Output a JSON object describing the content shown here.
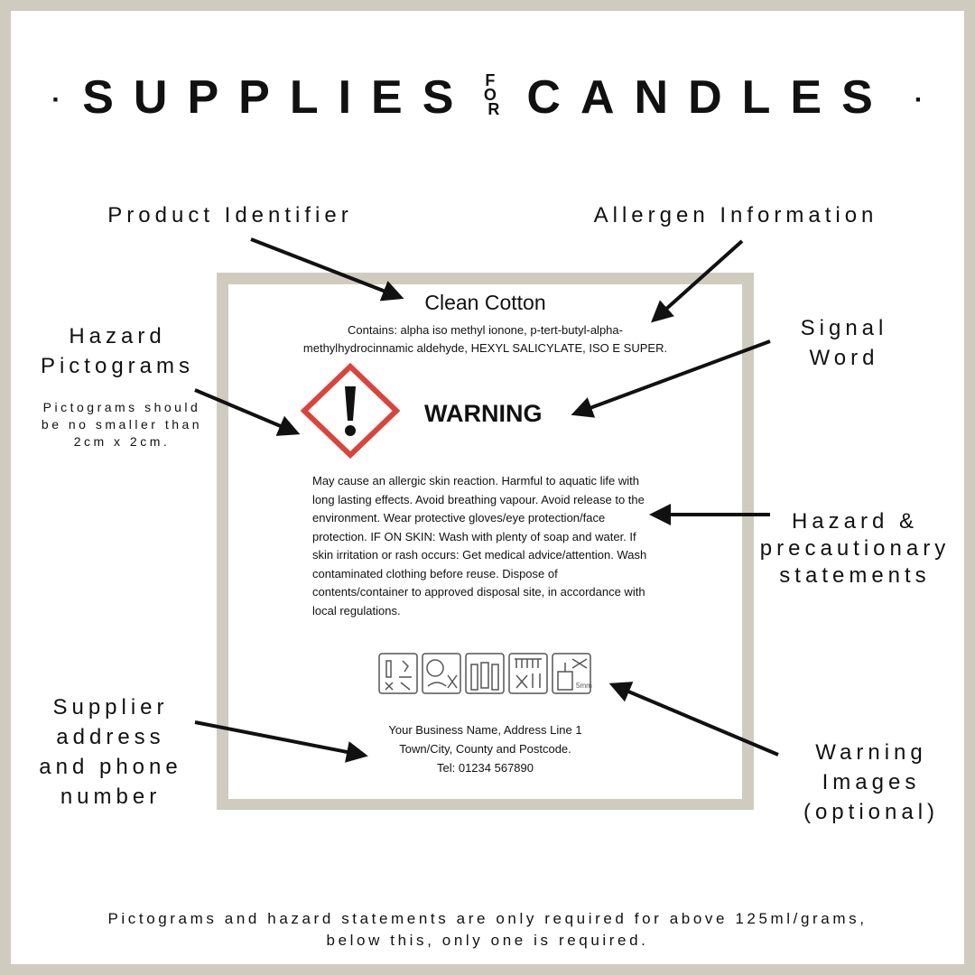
{
  "brand": {
    "part1": "SUPPLIES",
    "for_top": "F",
    "for_mid": "O",
    "for_bottom": "R",
    "part2": "CANDLES",
    "dot": "·"
  },
  "annotations": {
    "product_identifier": "Product Identifier",
    "allergen_information": "Allergen Information",
    "hazard_pictograms_line1": "Hazard",
    "hazard_pictograms_line2": "Pictograms",
    "pictogram_note": "Pictograms should be no smaller than 2cm x 2cm.",
    "signal_word_line1": "Signal",
    "signal_word_line2": "Word",
    "hazard_statements_line1": "Hazard &",
    "hazard_statements_line2": "precautionary",
    "hazard_statements_line3": "statements",
    "supplier_line1": "Supplier",
    "supplier_line2": "address",
    "supplier_line3": "and phone",
    "supplier_line4": "number",
    "warning_images_line1": "Warning",
    "warning_images_line2": "Images",
    "warning_images_line3": "(optional)"
  },
  "label": {
    "product_name": "Clean Cotton",
    "contains_line1": "Contains: alpha iso methyl ionone, p-tert-butyl-alpha-",
    "contains_line2": "methylhydrocinnamic aldehyde, HEXYL SALICYLATE, ISO E SUPER.",
    "signal_word": "WARNING",
    "hazard_text": "May cause an allergic skin reaction. Harmful to aquatic life with long lasting effects. Avoid breathing vapour. Avoid release to the environment. Wear protective gloves/eye protection/face protection. IF ON SKIN: Wash with plenty of soap and water. If skin irritation or rash occurs: Get medical advice/attention. Wash contaminated clothing before reuse. Dispose of contents/container to approved disposal site, in accordance with local regulations.",
    "wick_trim": "5mm",
    "supplier_line1": "Your Business Name, Address Line 1",
    "supplier_line2": "Town/City, County and Postcode.",
    "supplier_line3": "Tel: 01234 567890"
  },
  "footer": {
    "line1": "Pictograms and hazard statements are only required for above 125ml/grams,",
    "line2": "below this, only one is required."
  },
  "colors": {
    "border": "#cfcbbe",
    "ghs_red": "#d9443c",
    "text": "#111111"
  }
}
